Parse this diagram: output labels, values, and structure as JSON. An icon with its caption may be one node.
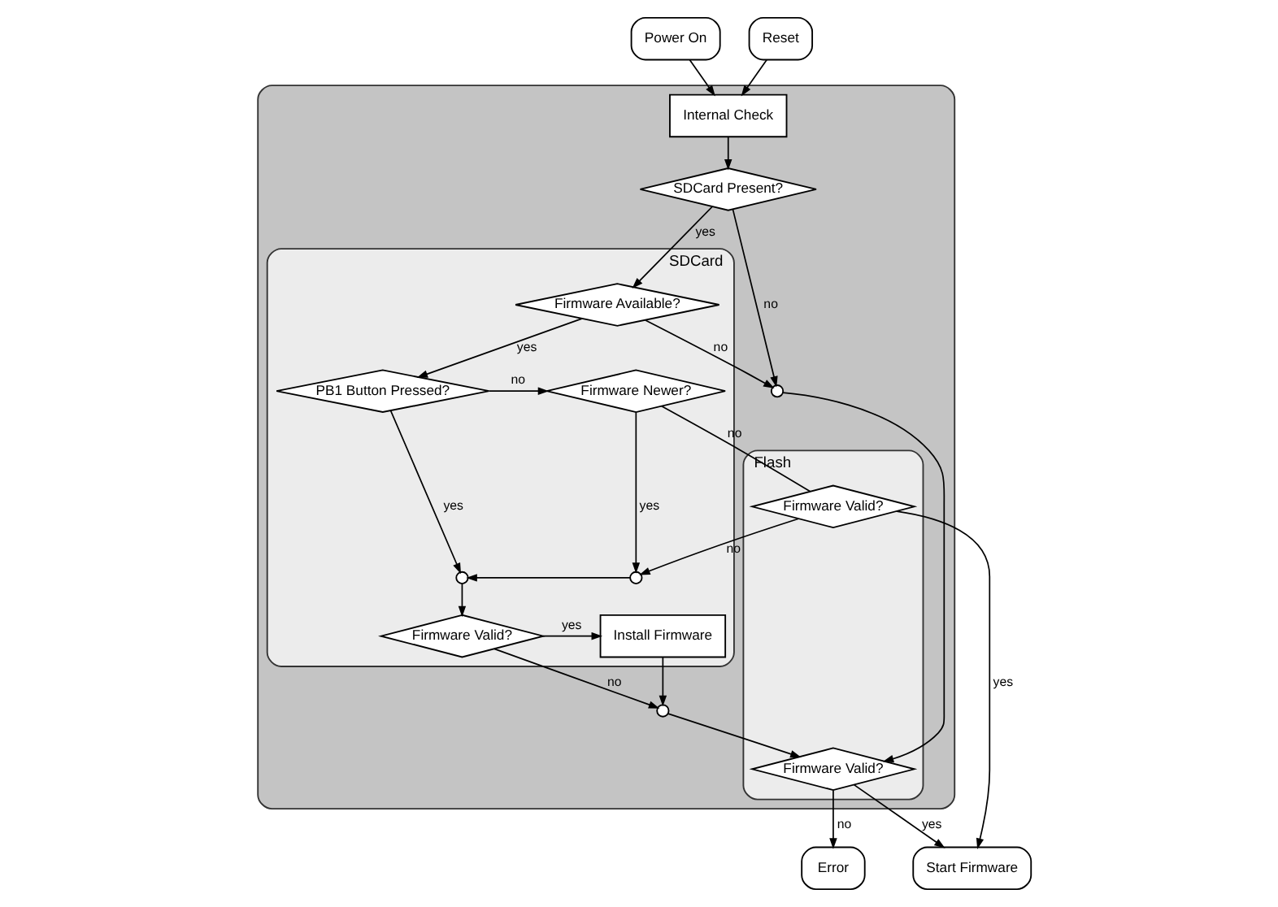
{
  "diagram": {
    "nodes": [
      {
        "text": [
          "Power On"
        ]
      },
      {
        "text": [
          "Reset"
        ]
      },
      {
        "text": [],
        "shape": "box"
      },
      {
        "text": [
          "Internal Check"
        ],
        "in": 2
      },
      {
        "text": [
          "SDCard Present?"
        ],
        "in": 2
      },
      {
        "text": [
          "SDCard"
        ],
        "in": 2
      },
      {
        "text": [
          "Firmware Available?"
        ],
        "in": 5
      },
      {
        "text": [
          "PB1 Button Pressed?"
        ],
        "in": 5
      },
      {
        "text": [
          "Firmware Newer?"
        ],
        "in": 5
      },
      {
        "text": [],
        "shape": "circle",
        "in": 5
      },
      {
        "text": [],
        "shape": "circle",
        "in": 5
      },
      {
        "text": [
          "Firmware Valid?"
        ],
        "in": 5
      },
      {
        "text": [
          "Install Firmware"
        ],
        "in": 5
      },
      {
        "text": [],
        "shape": "circle",
        "in": 2
      },
      {
        "text": [],
        "shape": "circle",
        "in": 2
      },
      {
        "text": [
          "Flash"
        ],
        "in": 2
      },
      {
        "text": [
          "Firmware Valid?"
        ],
        "in": 15
      },
      {
        "text": [
          "Firmware Valid?"
        ],
        "in": 15
      },
      {
        "text": [
          "Start Firmware"
        ]
      },
      {
        "text": [
          "Error"
        ]
      }
    ],
    "edges": [
      {
        "from": 0,
        "to": 3,
        "arrow": "to"
      },
      {
        "from": 1,
        "to": 3,
        "arrow": "to"
      },
      {
        "from": 3,
        "to": 4,
        "arrow": "to"
      },
      {
        "from": 4,
        "to": 6,
        "arrow": "to",
        "label": "yes"
      },
      {
        "from": 4,
        "to": 13,
        "arrow": "to",
        "label": "no"
      },
      {
        "from": 6,
        "to": 13,
        "arrow": "to",
        "label": "no"
      },
      {
        "from": 6,
        "to": 7,
        "arrow": "to",
        "label": "yes"
      },
      {
        "from": 7,
        "to": 8,
        "arrow": "to",
        "label": "no"
      },
      {
        "from": 7,
        "to": 9,
        "arrow": "to",
        "label": "yes"
      },
      {
        "from": 8,
        "to": 16,
        "arrow": "none",
        "label": "no"
      },
      {
        "from": 8,
        "to": 10,
        "arrow": "to",
        "label": "yes"
      },
      {
        "from": 10,
        "to": 9,
        "arrow": "to"
      },
      {
        "from": 9,
        "to": 11,
        "arrow": "to"
      },
      {
        "from": 11,
        "to": 12,
        "arrow": "to",
        "label": "yes"
      },
      {
        "from": 11,
        "to": 14,
        "arrow": "to",
        "label": "no"
      },
      {
        "from": 12,
        "to": 14,
        "arrow": "to"
      },
      {
        "from": 14,
        "to": 17,
        "arrow": "to"
      },
      {
        "from": 13,
        "to": 17,
        "arrow": "to"
      },
      {
        "from": 16,
        "to": 18,
        "arrow": "to",
        "label": "yes"
      },
      {
        "from": 16,
        "to": 10,
        "arrow": "to",
        "label": "no"
      },
      {
        "from": 17,
        "to": 18,
        "arrow": "to",
        "label": "yes"
      },
      {
        "from": 17,
        "to": 19,
        "arrow": "to",
        "label": "no"
      }
    ]
  }
}
